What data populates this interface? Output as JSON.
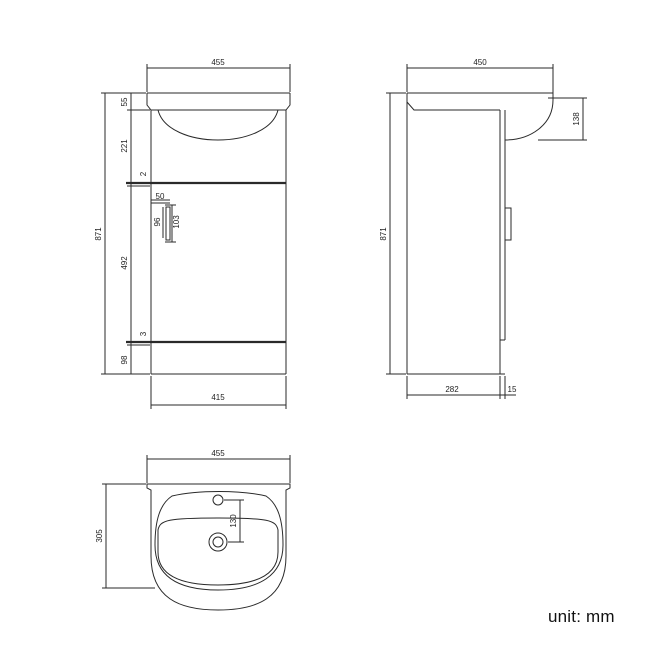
{
  "front_view": {
    "dims": {
      "total_width": "455",
      "basin_rim": "55",
      "basin_depth": "221",
      "door_gap_top": "2",
      "handle_width": "50",
      "handle_inner_height": "96",
      "handle_outer_height": "103",
      "door_height": "492",
      "door_gap_bottom": "3",
      "plinth_height": "98",
      "total_height": "871",
      "cabinet_width": "415"
    }
  },
  "side_view": {
    "dims": {
      "total_depth": "450",
      "basin_height": "138",
      "total_height": "871",
      "cabinet_depth": "282",
      "door_thickness": "15"
    }
  },
  "top_view": {
    "dims": {
      "total_width": "455",
      "basin_depth": "305",
      "tap_to_waste": "130"
    }
  },
  "unit_label": "unit: mm"
}
